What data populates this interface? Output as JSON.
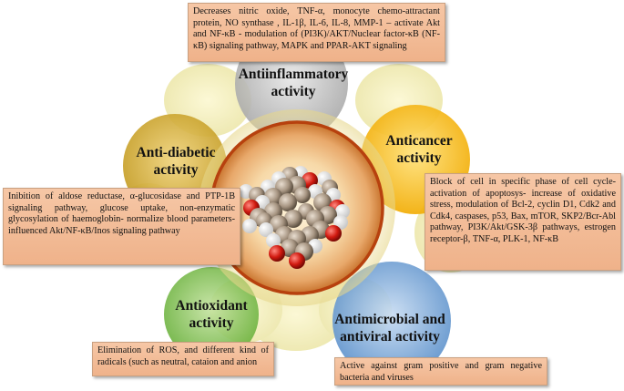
{
  "boxes": {
    "antiinflammatory": "Decreases nitric oxide, TNF-α, monocyte chemo-attractant protein, NO synthase , IL-1β, IL-6, IL-8, MMP-1 – activate Akt and NF-κB - modulation of (PI3K)/AKT/Nuclear factor-κB (NF-κB) signaling pathway, MAPK and PPAR-AKT signaling",
    "antidiabetic": "Inibition of aldose reductase, α-glucosidase and PTP-1B signaling pathway, glucose uptake, non-enzymatic glycosylation of haemoglobin- normalize blood parameters- influenced Akt/NF-κB/Inos signaling pathway",
    "anticancer": "Block of cell in specific phase of cell cycle- activation of apoptosys- increase of oxidative stress, modulation of Bcl-2, cyclin D1, Cdk2 and Cdk4, caspases, p53, Bax, mTOR, SKP2/Bcr-Abl pathway, PI3K/Akt/GSK-3β pathways, estrogen receptor-β, TNF-α, PLK-1, NF-κB",
    "antioxidant": "Elimination of ROS, and different kind of radicals (such as neutral, cataion and anion",
    "antimicrobial": "Active against gram positive and gram negative bacteria and viruses"
  },
  "titles": {
    "antiinflammatory": [
      "Antiinflammatory",
      "activity"
    ],
    "antidiabetic": [
      "Anti-diabetic",
      "activity"
    ],
    "anticancer": [
      "Anticancer",
      "activity"
    ],
    "antioxidant": [
      "Antioxidant",
      "activity"
    ],
    "antimicrobial": [
      "Antimicrobial and",
      "antiviral activity"
    ]
  },
  "colors": {
    "antiinflammatory": "#bdbdbd",
    "antidiabetic": "#c9a227",
    "anticancer": "#f2b705",
    "antioxidant": "#7fbf4d",
    "antimicrobial": "#6fa3d6",
    "center": "#b7410e",
    "box": "#f3bd98"
  },
  "molecule_icon": "molecule-icon"
}
